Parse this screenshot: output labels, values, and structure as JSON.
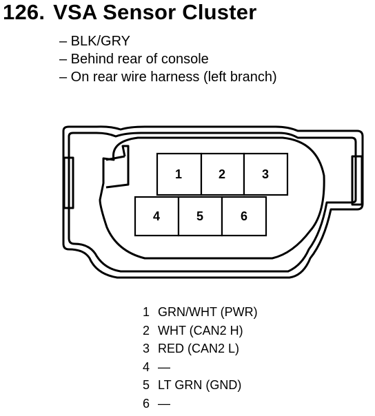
{
  "header": {
    "number": "126.",
    "title": "VSA Sensor Cluster"
  },
  "notes": [
    "– BLK/GRY",
    "– Behind rear of console",
    "– On rear wire harness (left branch)"
  ],
  "connector": {
    "pins": [
      "1",
      "2",
      "3",
      "4",
      "5",
      "6"
    ]
  },
  "pinout": [
    {
      "pin": "1",
      "wire": "GRN/WHT (PWR)"
    },
    {
      "pin": "2",
      "wire": "WHT (CAN2 H)"
    },
    {
      "pin": "3",
      "wire": "RED (CAN2 L)"
    },
    {
      "pin": "4",
      "wire": "—"
    },
    {
      "pin": "5",
      "wire": "LT GRN (GND)"
    },
    {
      "pin": "6",
      "wire": "—"
    }
  ]
}
